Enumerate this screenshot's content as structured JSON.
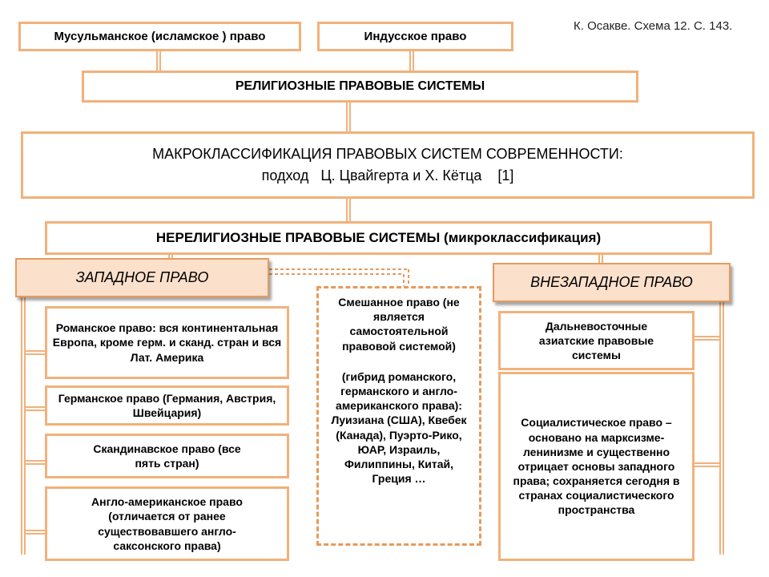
{
  "source_note": "К. Осакве. Схема 12. С. 143.",
  "top": {
    "muslim": "Мусульманское (исламское ) право",
    "hindu": "Индусское право"
  },
  "religious": "РЕЛИГИОЗНЫЕ ПРАВОВЫЕ СИСТЕМЫ",
  "macro": {
    "line1": "МАКРОКЛАССИФИКАЦИЯ ПРАВОВЫХ СИСТЕМ СОВРЕМЕННОСТИ:",
    "line2": "подход   Ц. Цвайгерта и Х. Кётца    [1]"
  },
  "nonreligious": "НЕРЕЛИГИОЗНЫЕ ПРАВОВЫЕ СИСТЕМЫ (микроклассификация)",
  "western": {
    "title": "ЗАПАДНОЕ ПРАВО",
    "items": [
      "Романское право: вся континентальная Европа, кроме герм. и сканд. стран и вся Лат. Америка",
      "Германское право (Германия, Австрия, Швейцария)",
      "Скандинавское право (все пять стран)",
      "Англо-американское право (отличается от ранее существовавшего англо-саксонского права)"
    ]
  },
  "mixed": {
    "part1": "Смешанное право (не является самостоятельной правовой системой)",
    "part2": "(гибрид романского, германского и англо-американского права): Луизиана (США), Квебек (Канада), Пуэрто-Рико, ЮАР, Израиль, Филиппины, Китай, Греция …"
  },
  "nonwestern": {
    "title": "ВНЕЗАПАДНОЕ ПРАВО",
    "items": [
      "Дальневосточные азиатские правовые системы",
      "Социалистическое право – основано на марксизме-ленинизме и существенно отрицает основы западного права; сохраняется сегодня в странах социалистического пространства"
    ]
  },
  "colors": {
    "border": "#f2b17a",
    "shaded_fill": "#fbe0cc",
    "accent": "#e79a5c"
  }
}
